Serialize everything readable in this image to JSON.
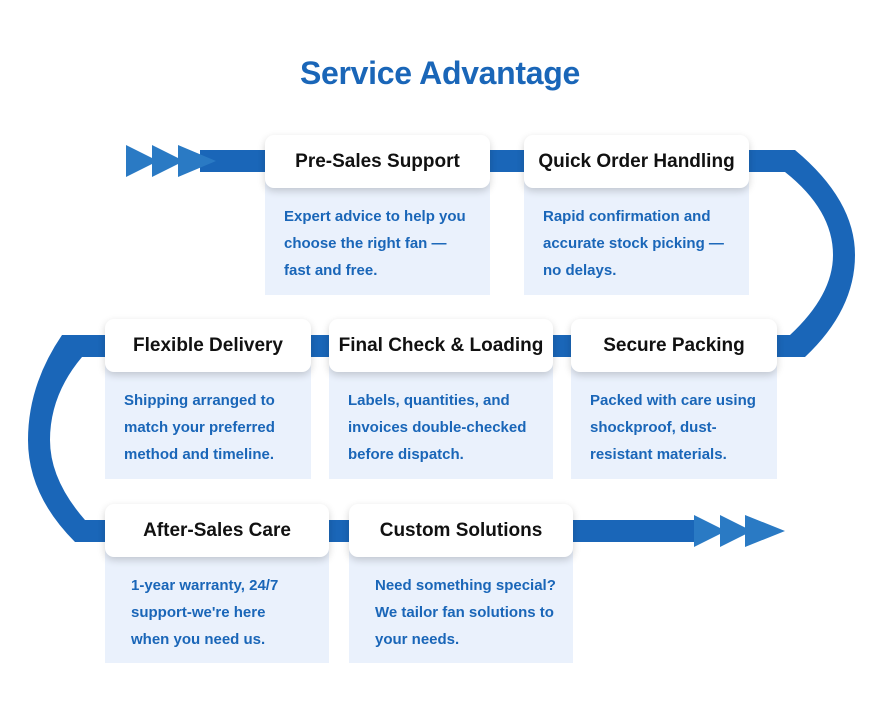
{
  "title": "Service Advantage",
  "colors": {
    "accent": "#1a66b8",
    "arrow": "#2a7ac4",
    "card_body_bg": "#eaf1fc",
    "card_header_bg": "#ffffff",
    "header_text": "#111111"
  },
  "icons": {
    "start_arrows": "triple-chevron-right-icon",
    "end_arrows": "triple-chevron-right-icon"
  },
  "steps": [
    {
      "title": "Pre-Sales Support",
      "lines": [
        "Expert advice to help you",
        "choose the right fan —",
        "fast and free."
      ]
    },
    {
      "title": "Quick Order Handling",
      "lines": [
        "Rapid confirmation and",
        "accurate stock picking —",
        "no delays."
      ]
    },
    {
      "title": "Secure Packing",
      "lines": [
        "Packed with care using",
        "shockproof, dust-",
        "resistant materials."
      ]
    },
    {
      "title": "Final Check & Loading",
      "lines": [
        "Labels, quantities, and",
        "invoices double-checked",
        "before dispatch."
      ]
    },
    {
      "title": "Flexible Delivery",
      "lines": [
        "Shipping arranged to",
        "match your preferred",
        "method and timeline."
      ]
    },
    {
      "title": "After-Sales Care",
      "lines": [
        "1-year warranty, 24/7",
        "support-we're here",
        "when you need us."
      ]
    },
    {
      "title": "Custom Solutions",
      "lines": [
        "Need something special?",
        "We tailor fan solutions to",
        "your needs."
      ]
    }
  ]
}
